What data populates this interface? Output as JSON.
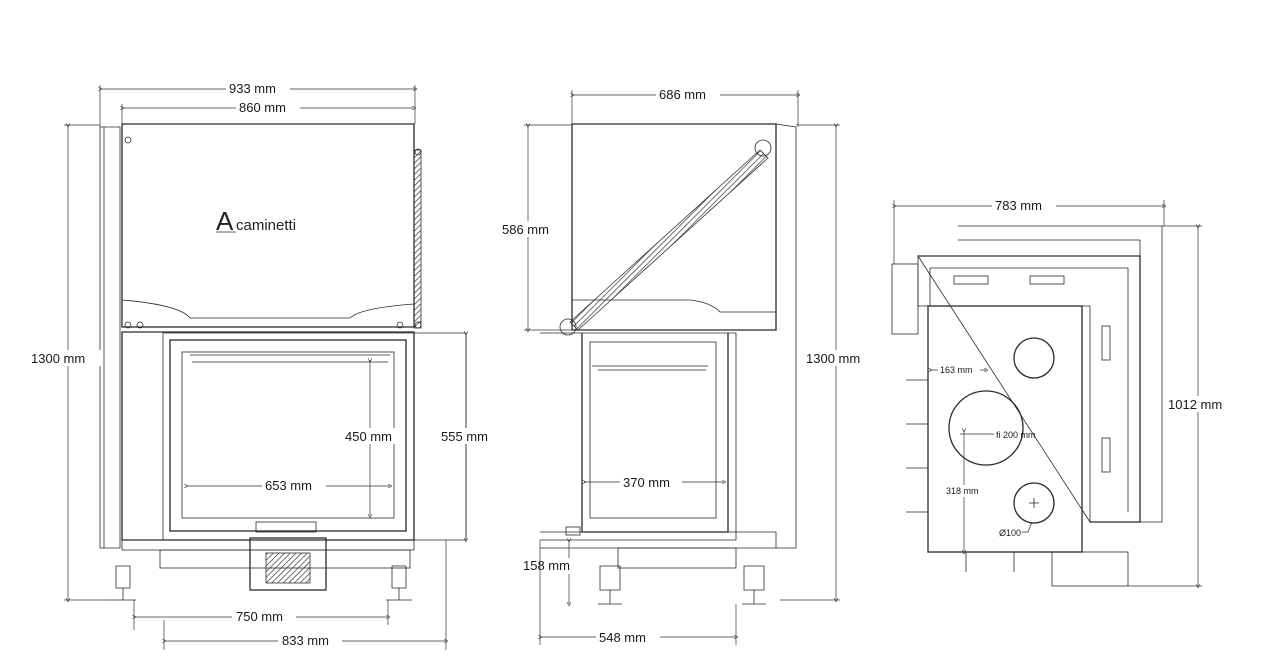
{
  "brand": {
    "logo_text": "caminetti",
    "logo_letter": "A"
  },
  "front": {
    "width_outer": "933 mm",
    "width_top": "860 mm",
    "height": "1300 mm",
    "glass_height": "450 mm",
    "door_height": "555 mm",
    "glass_width": "653 mm",
    "base_width": "750 mm",
    "bottom_width": "833 mm"
  },
  "side": {
    "depth_top": "686 mm",
    "hood_height": "586 mm",
    "height": "1300 mm",
    "inner_width": "370 mm",
    "foot_height": "158 mm",
    "bottom_depth": "548 mm"
  },
  "top": {
    "width": "783 mm",
    "depth": "1012 mm",
    "offset_x": "163 mm",
    "flue_diameter": "fi 200 mm",
    "offset_y": "318 mm",
    "air_diameter": "Ø100"
  },
  "colors": {
    "line": "#2a2a2a",
    "paper": "#ffffff"
  }
}
